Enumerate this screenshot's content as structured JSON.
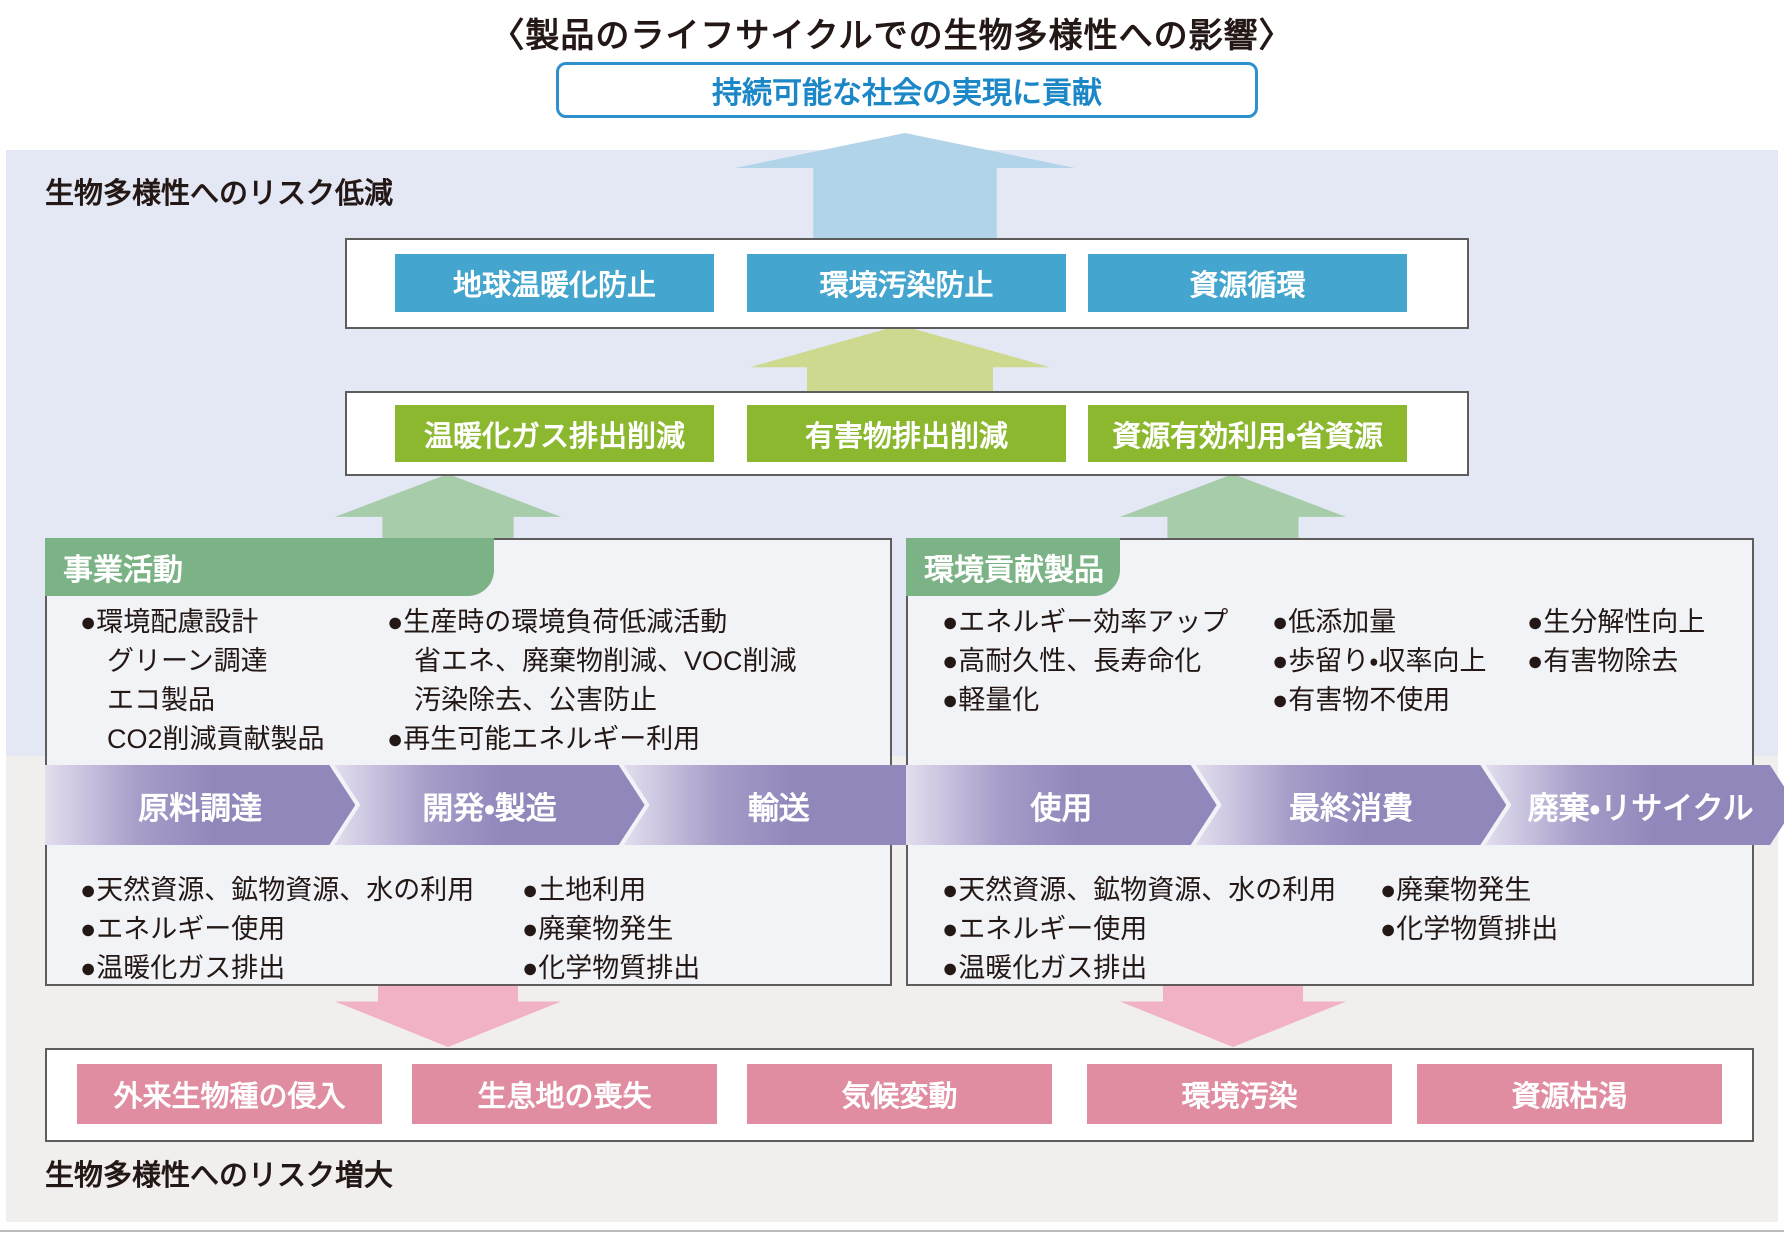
{
  "title": "〈製品のライフサイクルでの生物多様性への影響〉",
  "goal": "持続可能な社会の実現に貢献",
  "labels": {
    "risk_reduction": "生物多様性へのリスク低減",
    "risk_increase": "生物多様性へのリスク増大"
  },
  "outcomes": [
    "地球温暖化防止",
    "環境汚染防止",
    "資源循環"
  ],
  "measures": [
    "温暖化ガス排出削減",
    "有害物排出削減",
    "資源有効利用・省資源"
  ],
  "business": {
    "header": "事業活動",
    "activities_col1": [
      "●環境配慮設計",
      "グリーン調達",
      "エコ製品",
      "CO2削減貢献製品"
    ],
    "activities_col2": [
      "●生産時の環境負荷低減活動",
      "省エネ、廃棄物削減、VOC削減",
      "汚染除去、公害防止",
      "●再生可能エネルギー利用"
    ],
    "stages": [
      "原料調達",
      "開発・製造",
      "輸送"
    ],
    "impacts_col1": [
      "●天然資源、鉱物資源、水の利用",
      "●エネルギー使用",
      "●温暖化ガス排出"
    ],
    "impacts_col2": [
      "●土地利用",
      "●廃棄物発生",
      "●化学物質排出"
    ]
  },
  "products": {
    "header": "環境貢献製品",
    "features_col1": [
      "●エネルギー効率アップ",
      "●高耐久性、長寿命化",
      "●軽量化"
    ],
    "features_col2": [
      "●低添加量",
      "●歩留り・収率向上",
      "●有害物不使用"
    ],
    "features_col3": [
      "●生分解性向上",
      "●有害物除去"
    ],
    "stages": [
      "使用",
      "最終消費",
      "廃棄・リサイクル"
    ],
    "impacts_col1": [
      "●天然資源、鉱物資源、水の利用",
      "●エネルギー使用",
      "●温暖化ガス排出"
    ],
    "impacts_col2": [
      "●廃棄物発生",
      "●化学物質排出"
    ]
  },
  "risks": [
    "外来生物種の侵入",
    "生息地の喪失",
    "気候変動",
    "環境汚染",
    "資源枯渇"
  ],
  "colors": {
    "goal_blue": "#1b87c7",
    "blue_button": "#44a5ce",
    "green_button": "#8cb82f",
    "tab_green": "#7cb386",
    "chevron_purple": "#9187bb",
    "pink_box": "#e08da2",
    "blue_arrow": "#b2d4e9",
    "yellow_green_arrow": "#ccd98f",
    "green_arrow": "#a6cca9",
    "pink_arrow": "#f1b3c3",
    "band_blue": "#e3e8f4",
    "band_gray": "#f0efee"
  }
}
